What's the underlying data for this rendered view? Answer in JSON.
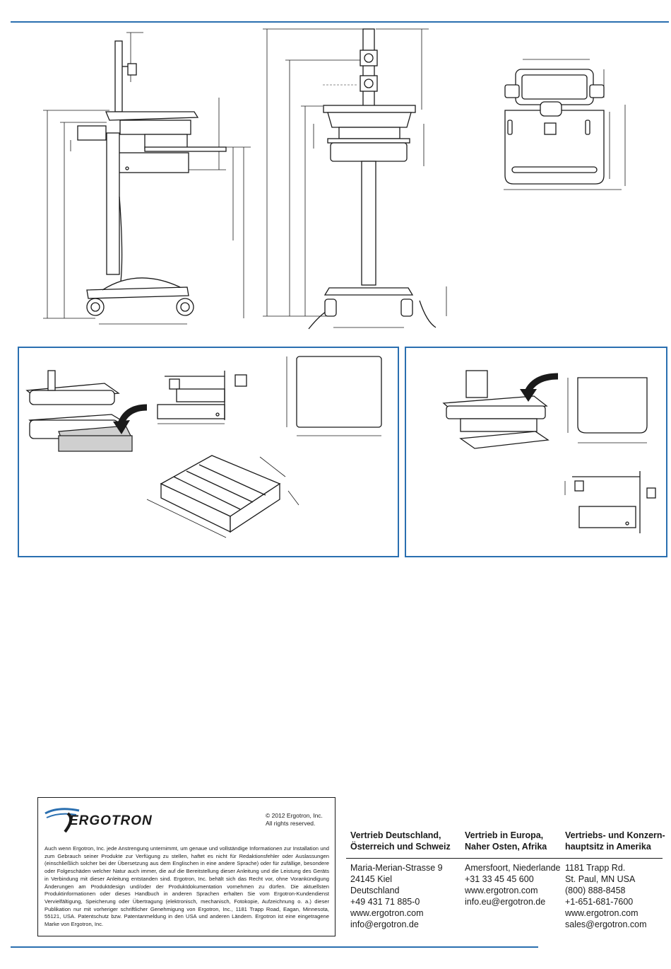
{
  "footer": {
    "copyright_line1": "© 2012 Ergotron, Inc.",
    "copyright_line2": "All rights reserved.",
    "logo_text": "ERGOTRON",
    "disclaimer": "Auch wenn Ergotron, Inc. jede Anstrengung unternimmt, um genaue und vollständige Informationen zur Installation und zum Gebrauch seiner Produkte zur Verfügung zu stellen, haftet es nicht für Redaktionsfehler oder Auslassungen (einschließlich solcher bei der Übersetzung aus dem Englischen in eine andere Sprache) oder für zufällige, besondere oder Folgeschäden welcher Natur auch immer, die auf die Bereitstellung dieser Anleitung und die Leistung des Geräts in Verbindung mit dieser Anleitung entstanden sind. Ergotron, Inc. behält sich das Recht vor, ohne Vorankündigung Änderungen am Produktdesign und/oder der Produktdokumentation vornehmen zu dürfen. Die aktuellsten Produktinformationen oder dieses Handbuch in anderen Sprachen erhalten Sie vom Ergotron-Kundendienst Vervielfältigung, Speicherung oder Übertragung (elektronisch, mechanisch, Fotokopie, Aufzeichnung o. a.) dieser Publikation nur mit vorheriger schriftlicher Genehmigung von Ergotron, Inc., 1181 Trapp Road, Eagan, Minnesota, 55121, USA. Patentschutz bzw. Patentanmeldung in den USA und anderen Ländern. Ergotron ist eine eingetragene Marke von Ergotron, Inc."
  },
  "contacts": [
    {
      "heading_line1": "Vertrieb Deutschland,",
      "heading_line2": "Österreich und Schweiz",
      "lines": [
        "Maria-Merian-Strasse 9",
        "24145 Kiel",
        "Deutschland",
        "+49 431 71 885-0",
        "www.ergotron.com",
        "info@ergotron.de"
      ]
    },
    {
      "heading_line1": "Vertrieb in Europa,",
      "heading_line2": "Naher Osten, Afrika",
      "lines": [
        "Amersfoort, Niederlande",
        "+31 33 45 45 600",
        "www.ergotron.com",
        "info.eu@ergotron.de"
      ]
    },
    {
      "heading_line1": "Vertriebs- und Konzern-",
      "heading_line2": "hauptsitz in Amerika",
      "lines": [
        "1181 Trapp Rd.",
        "St. Paul, MN USA",
        "(800) 888-8458",
        "+1-651-681-7600",
        "www.ergotron.com",
        "sales@ergotron.com"
      ]
    }
  ],
  "colors": {
    "accent_rule": "#2a6fb0",
    "logo_wave": "#2a6fb0",
    "ink": "#1a1a1a"
  }
}
